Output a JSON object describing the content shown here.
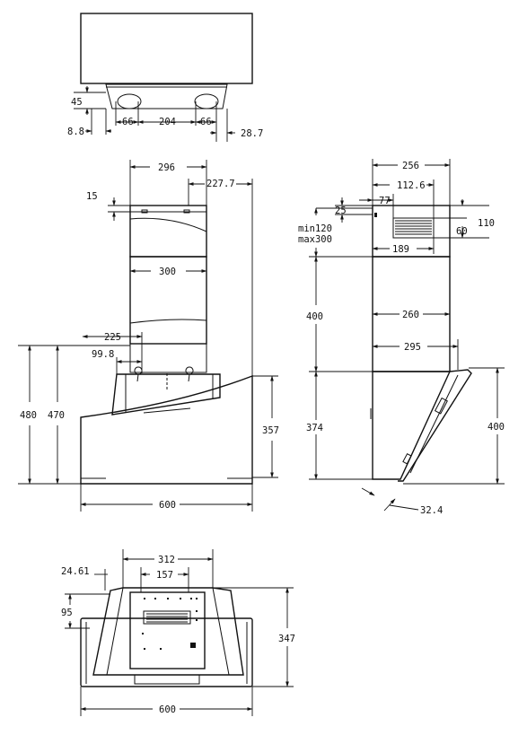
{
  "top_view": {
    "dims": {
      "d45": "45",
      "d8_8": "8.8",
      "d66_left": "66",
      "d204": "204",
      "d66_right": "66",
      "d28_7": "28.7"
    }
  },
  "front_view": {
    "dims": {
      "d296": "296",
      "d227_7": "227.7",
      "d15": "15",
      "d300": "300",
      "d225": "225",
      "d99_8": "99.8",
      "d480": "480",
      "d470": "470",
      "d357": "357",
      "d600": "600"
    }
  },
  "side_view": {
    "dims": {
      "d256": "256",
      "d112_6": "112.6",
      "d77": "77",
      "d25": "25",
      "d110": "110",
      "d60": "60",
      "d189": "189",
      "min120": "min120",
      "max300": "max300",
      "d400_upper": "400",
      "d260": "260",
      "d295": "295",
      "d374": "374",
      "d400_right": "400",
      "d32_4": "32.4"
    }
  },
  "bottom_view": {
    "dims": {
      "d312": "312",
      "d157": "157",
      "d24_61": "24.61",
      "d95": "95",
      "d347": "347",
      "d600": "600"
    }
  }
}
